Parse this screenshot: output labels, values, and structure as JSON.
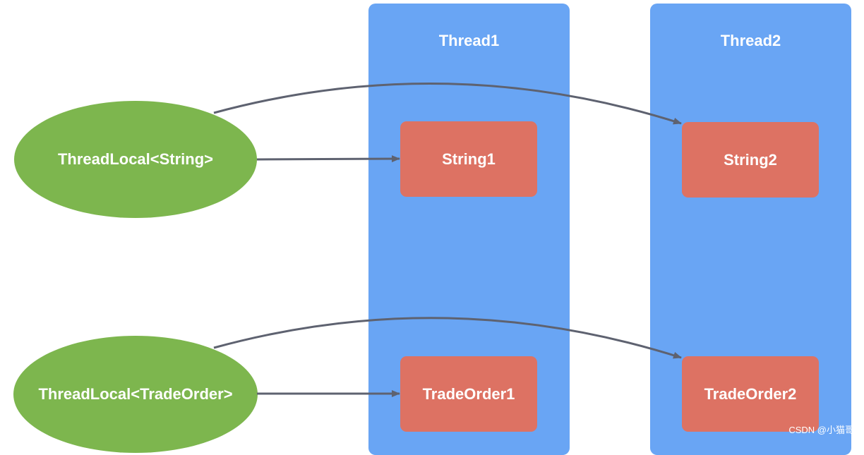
{
  "colors": {
    "thread_fill": "#69A5F4",
    "value_fill": "#DD7263",
    "threadlocal_fill": "#7DB64E",
    "arrow": "#5E6270"
  },
  "threads": [
    {
      "title": "Thread1"
    },
    {
      "title": "Thread2"
    }
  ],
  "values": [
    {
      "label": "String1"
    },
    {
      "label": "String2"
    },
    {
      "label": "TradeOrder1"
    },
    {
      "label": "TradeOrder2"
    }
  ],
  "threadlocals": [
    {
      "label": "ThreadLocal<String>"
    },
    {
      "label": "ThreadLocal<TradeOrder>"
    }
  ],
  "watermark": "CSDN @小猫哥"
}
